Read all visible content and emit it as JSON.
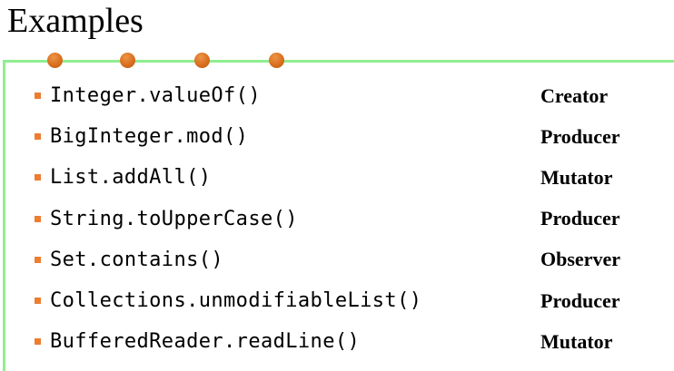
{
  "slide": {
    "title": "Examples",
    "items": [
      {
        "method": "Integer.valueOf()",
        "category": "Creator"
      },
      {
        "method": "BigInteger.mod()",
        "category": "Producer"
      },
      {
        "method": "List.addAll()",
        "category": "Mutator"
      },
      {
        "method": "String.toUpperCase()",
        "category": "Producer"
      },
      {
        "method": "Set.contains()",
        "category": "Observer"
      },
      {
        "method": "Collections.unmodifiableList()",
        "category": "Producer"
      },
      {
        "method": "BufferedReader.readLine()",
        "category": "Mutator"
      }
    ],
    "decor": {
      "dot_count": 4,
      "colors": {
        "frame_line_green": "#90EE90",
        "dot_orange": "#D96F1F",
        "bullet_orange": "#ED7D31",
        "text_black": "#000000"
      }
    }
  }
}
